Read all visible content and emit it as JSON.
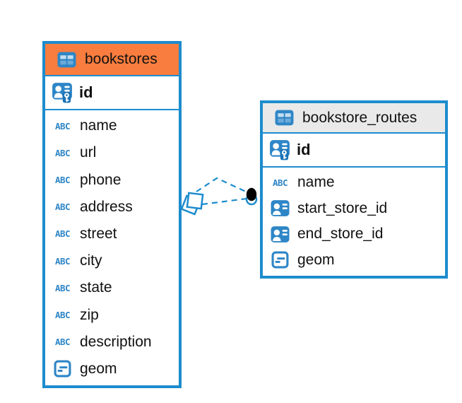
{
  "colors": {
    "table_border": "#1d8ccd",
    "icon_blue": "#2e86c7",
    "icon_blue_dark": "#1a72b6",
    "bookstores_header_bg": "#f87d3e",
    "routes_header_bg": "#e9e9e9",
    "connector_blue": "#1d8ccd",
    "connector_dot": "#000000"
  },
  "icons": {
    "text_type_glyph": "ABC"
  },
  "tables": {
    "bookstores": {
      "title": "bookstores",
      "primary_key": {
        "label": "id"
      },
      "fields": [
        {
          "label": "name",
          "type": "text"
        },
        {
          "label": "url",
          "type": "text"
        },
        {
          "label": "phone",
          "type": "text"
        },
        {
          "label": "address",
          "type": "text"
        },
        {
          "label": "street",
          "type": "text"
        },
        {
          "label": "city",
          "type": "text"
        },
        {
          "label": "state",
          "type": "text"
        },
        {
          "label": "zip",
          "type": "text"
        },
        {
          "label": "description",
          "type": "text"
        },
        {
          "label": "geom",
          "type": "geometry"
        }
      ]
    },
    "bookstore_routes": {
      "title": "bookstore_routes",
      "primary_key": {
        "label": "id"
      },
      "fields": [
        {
          "label": "name",
          "type": "text"
        },
        {
          "label": "start_store_id",
          "type": "reference"
        },
        {
          "label": "end_store_id",
          "type": "reference"
        },
        {
          "label": "geom",
          "type": "geometry"
        }
      ]
    }
  },
  "relationships": [
    {
      "from": "bookstores",
      "to": "bookstore_routes",
      "line_style": "dashed",
      "route": "bent"
    },
    {
      "from": "bookstores",
      "to": "bookstore_routes",
      "line_style": "dashed",
      "route": "straight"
    }
  ]
}
